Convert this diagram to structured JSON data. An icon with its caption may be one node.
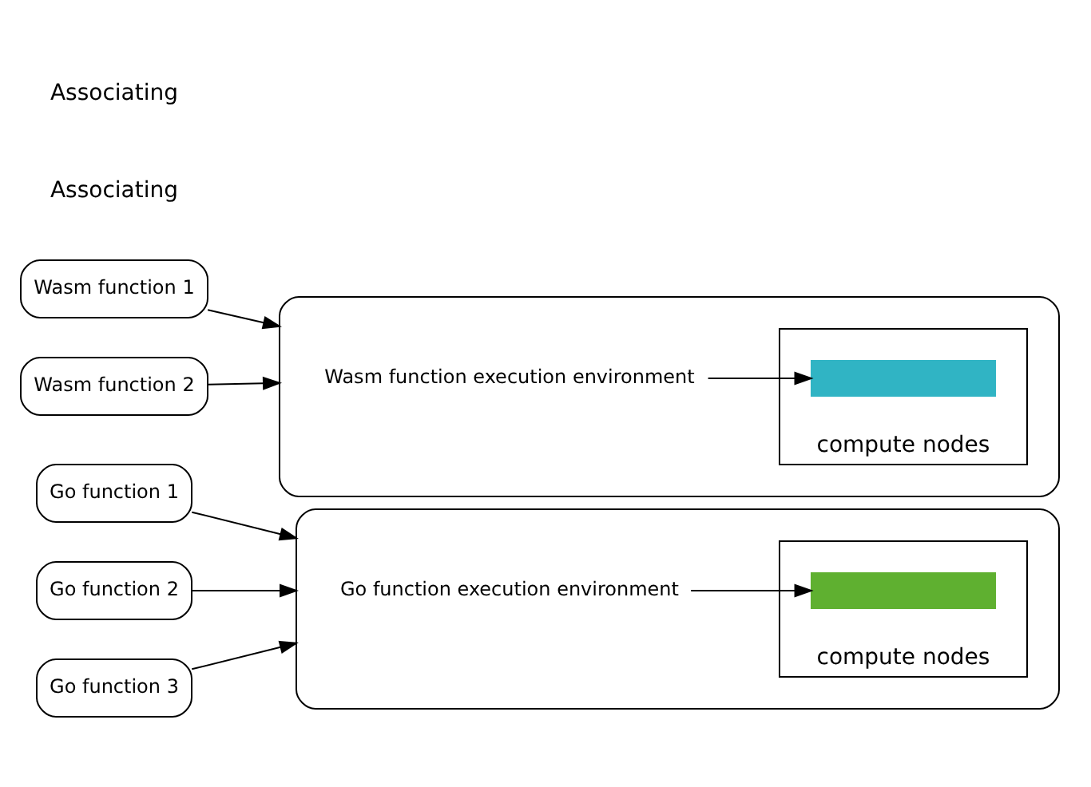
{
  "diagram": {
    "nodes": [
      {
        "text": [
          "Go function 1"
        ]
      },
      {
        "text": [
          "Go function 2"
        ]
      },
      {
        "text": [
          "Go function 3"
        ]
      },
      {
        "text": [],
        "shape": "ellipse"
      },
      {
        "text": [
          "Go function execution environment"
        ],
        "in": 3
      },
      {
        "text": [],
        "shape": "box",
        "in": 3,
        "beside": [
          "compute nodes"
        ]
      },
      {
        "text": [],
        "shape": "bar",
        "in": 5
      },
      {
        "text": [
          "Wasm function 1"
        ]
      },
      {
        "text": [
          "Wasm function 2"
        ]
      },
      {
        "text": [],
        "shape": "ellipse"
      },
      {
        "text": [
          "Wasm function execution environment"
        ],
        "in": 9
      },
      {
        "text": [],
        "shape": "box",
        "in": 9,
        "beside": [
          "compute nodes"
        ]
      },
      {
        "text": [],
        "shape": "bar",
        "in": 11
      }
    ],
    "edges": [
      {
        "from": 0,
        "to": 3,
        "arrow": "to"
      },
      {
        "from": 1,
        "to": 3,
        "arrow": "to"
      },
      {
        "from": 2,
        "to": 3,
        "arrow": "to"
      },
      {
        "from": 4,
        "to": 6,
        "arrow": "to"
      },
      {
        "from": 7,
        "to": 9,
        "arrow": "to"
      },
      {
        "from": 8,
        "to": 9,
        "arrow": "to"
      },
      {
        "from": 10,
        "to": 12,
        "arrow": "to"
      }
    ],
    "labels": [
      "Associating",
      "Associating"
    ]
  }
}
